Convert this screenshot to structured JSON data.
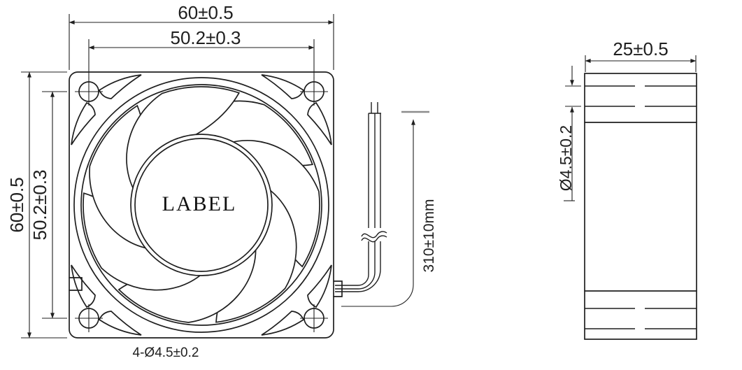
{
  "front_view": {
    "hub_label": "LABEL",
    "dim_outer_width": "60±0.5",
    "dim_hole_pitch_horizontal": "50.2±0.3",
    "dim_outer_height": "60±0.5",
    "dim_hole_pitch_vertical": "50.2±0.3",
    "dim_mounting_holes": "4-Ø4.5±0.2"
  },
  "side_view": {
    "dim_depth": "25±0.5",
    "dim_mounting_hole_diameter": "Ø4.5±0.2"
  },
  "lead_wire": {
    "dim_length": "310±10mm"
  },
  "colors": {
    "line": "#1f1f1f",
    "background": "#ffffff",
    "wire_end_tick": "#8c8c8c"
  }
}
